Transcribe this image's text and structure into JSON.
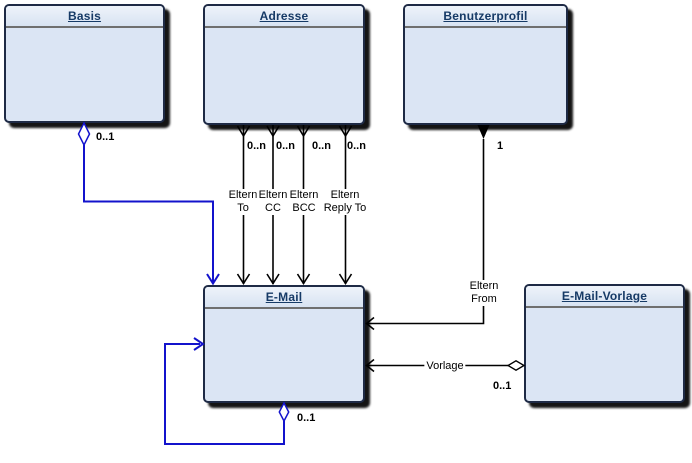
{
  "diagram": {
    "type": "uml-class-diagram",
    "background": "#ffffff",
    "colors": {
      "node_fill": "#dbe5f4",
      "node_border": "#1e2a45",
      "node_title": "#163a66",
      "separator": "#6f6f6f",
      "edge_black": "#000000",
      "edge_blue": "#1313cc",
      "shadow": "#000000"
    },
    "nodes": [
      {
        "title": "Basis"
      },
      {
        "title": "Adresse"
      },
      {
        "title": "Benutzerprofil"
      },
      {
        "title": "E-Mail"
      },
      {
        "title": "E-Mail-Vorlage"
      }
    ],
    "edges": [
      {
        "from": "Basis",
        "to": "E-Mail",
        "color": "#1313cc",
        "source_decoration": "hollow-diamond",
        "target_decoration": "open-arrow",
        "source_multiplicity": "0..1",
        "label": ""
      },
      {
        "from": "Adresse",
        "to": "E-Mail",
        "color": "#000000",
        "source_decoration": "open-arrow",
        "target_decoration": "open-arrow",
        "source_multiplicity": "0..n",
        "label": "Eltern To",
        "label_display": "Eltern\nTo"
      },
      {
        "from": "Adresse",
        "to": "E-Mail",
        "color": "#000000",
        "source_decoration": "open-arrow",
        "target_decoration": "open-arrow",
        "source_multiplicity": "0..n",
        "label": "Eltern CC",
        "label_display": "Eltern\nCC"
      },
      {
        "from": "Adresse",
        "to": "E-Mail",
        "color": "#000000",
        "source_decoration": "open-arrow",
        "target_decoration": "open-arrow",
        "source_multiplicity": "0..n",
        "label": "Eltern BCC",
        "label_display": "Eltern\nBCC"
      },
      {
        "from": "Adresse",
        "to": "E-Mail",
        "color": "#000000",
        "source_decoration": "open-arrow",
        "target_decoration": "open-arrow",
        "source_multiplicity": "0..n",
        "label": "Eltern Reply To",
        "label_display": "Eltern\nReply To"
      },
      {
        "from": "Benutzerprofil",
        "to": "E-Mail",
        "color": "#000000",
        "source_decoration": "filled-arrow",
        "target_decoration": "open-arrow",
        "source_multiplicity": "1",
        "label": "Eltern From",
        "label_display": "Eltern\nFrom"
      },
      {
        "from": "E-Mail-Vorlage",
        "to": "E-Mail",
        "color": "#000000",
        "source_decoration": "hollow-diamond",
        "target_decoration": "open-arrow",
        "source_multiplicity": "0..1",
        "label": "Vorlage"
      },
      {
        "from": "E-Mail",
        "to": "E-Mail",
        "color": "#1313cc",
        "source_decoration": "hollow-diamond",
        "target_decoration": "open-arrow",
        "source_multiplicity": "0..1",
        "label": ""
      }
    ]
  }
}
